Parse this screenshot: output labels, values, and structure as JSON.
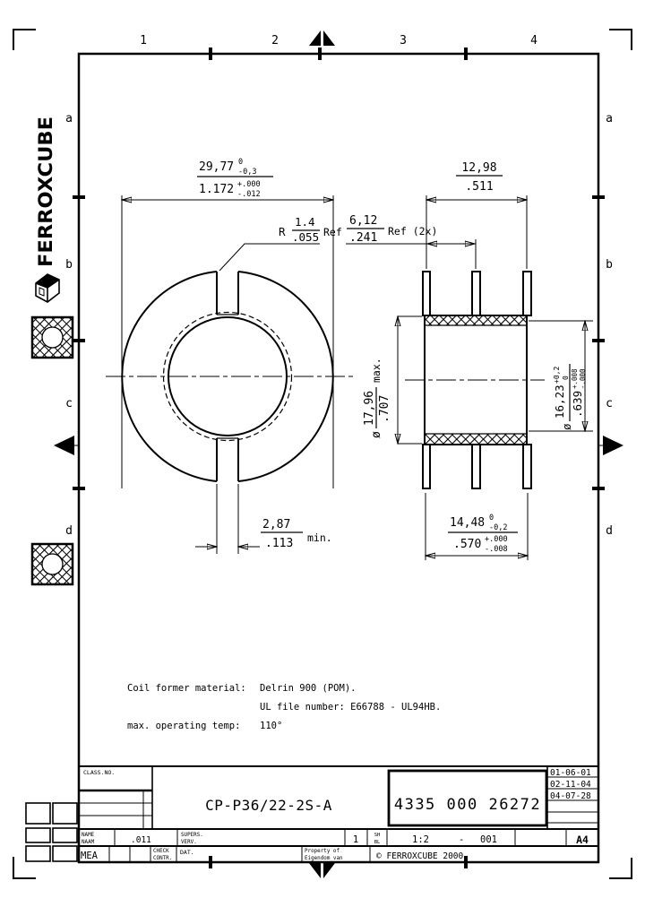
{
  "frame": {
    "columns": [
      "1",
      "2",
      "3",
      "4"
    ],
    "rows": [
      "a",
      "b",
      "c",
      "d"
    ],
    "logo": "FERROXCUBE"
  },
  "dims": {
    "od": {
      "mm": "29,77",
      "mm_sup": "0",
      "mm_sub": "-0,3",
      "inch": "1.172",
      "inch_sup": "+.000",
      "inch_sub": "-.012"
    },
    "radius": {
      "prefix": "R",
      "mm": "1.4",
      "inch": ".055",
      "suffix": "Ref"
    },
    "slot": {
      "mm": "2,87",
      "inch": ".113",
      "suffix": "min."
    },
    "span": {
      "mm": "12,98",
      "inch": ".511"
    },
    "pitch": {
      "mm": "6,12",
      "inch": ".241",
      "suffix": "Ref (2x)"
    },
    "hub": {
      "prefix": "ø",
      "mm": "17,96",
      "inch": ".707",
      "suffix": "max."
    },
    "bore": {
      "prefix": "ø",
      "mm": "16,23",
      "mm_sup": "+0,2",
      "mm_sub": "0",
      "inch": ".639",
      "inch_sup": "+.008",
      "inch_sub": "-.000"
    },
    "body": {
      "mm": "14,48",
      "mm_sup": "0",
      "mm_sub": "-0,2",
      "inch": ".570",
      "inch_sup": "+.000",
      "inch_sub": "-.008"
    }
  },
  "notes": {
    "material_label": "Coil former material:",
    "material_value": "Delrin 900 (POM).",
    "ul_value": "UL file number: E66788 - UL94HB.",
    "temp_label": "max. operating temp:",
    "temp_value": "110°"
  },
  "titleblock": {
    "class_label": "CLASS.NO.",
    "title": "CP-P36/22-2S-A",
    "part_number": "4335 000 26272",
    "dates": [
      "01-06-01",
      "02-11-04",
      "04-07-28"
    ],
    "name_en": "NAME",
    "name_nl": "NAAM",
    "name_value": ".011",
    "supers": "SUPERS.",
    "verv": "VERV.",
    "sheets": "1",
    "sh": "SH",
    "bl": "BL",
    "scale": "1:2",
    "dash": "-",
    "sheet_no": "001",
    "format": "A4",
    "mea": "MEA",
    "check": "CHECK",
    "contr": "CONTR.",
    "dat": "DAT.",
    "property_en": "Property of",
    "property_nl": "Eigendom van",
    "copyright": "© FERROXCUBE 2000"
  }
}
